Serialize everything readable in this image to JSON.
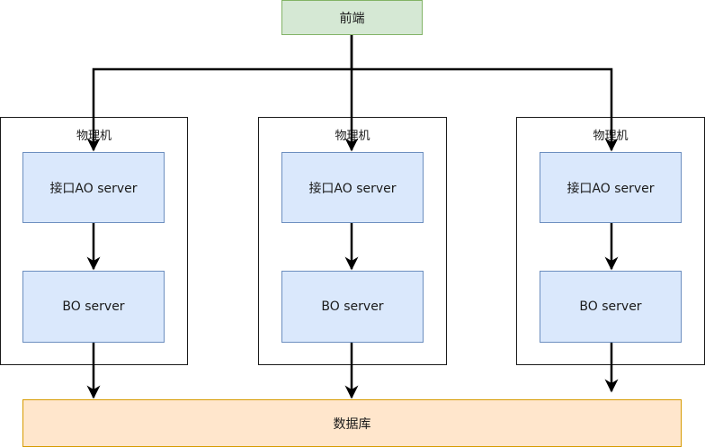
{
  "frontend": {
    "label": "前端"
  },
  "machines": [
    {
      "label": "物理机",
      "ao_label": "接口AO server",
      "bo_label": "BO server"
    },
    {
      "label": "物理机",
      "ao_label": "接口AO server",
      "bo_label": "BO server"
    },
    {
      "label": "物理机",
      "ao_label": "接口AO server",
      "bo_label": "BO server"
    }
  ],
  "database": {
    "label": "数据库"
  },
  "colors": {
    "frontend_fill": "#d5e8d4",
    "frontend_stroke": "#82b366",
    "service_fill": "#dae8fc",
    "service_stroke": "#6c8ebf",
    "database_fill": "#ffe6cc",
    "database_stroke": "#d79b00",
    "edge": "#000000"
  }
}
